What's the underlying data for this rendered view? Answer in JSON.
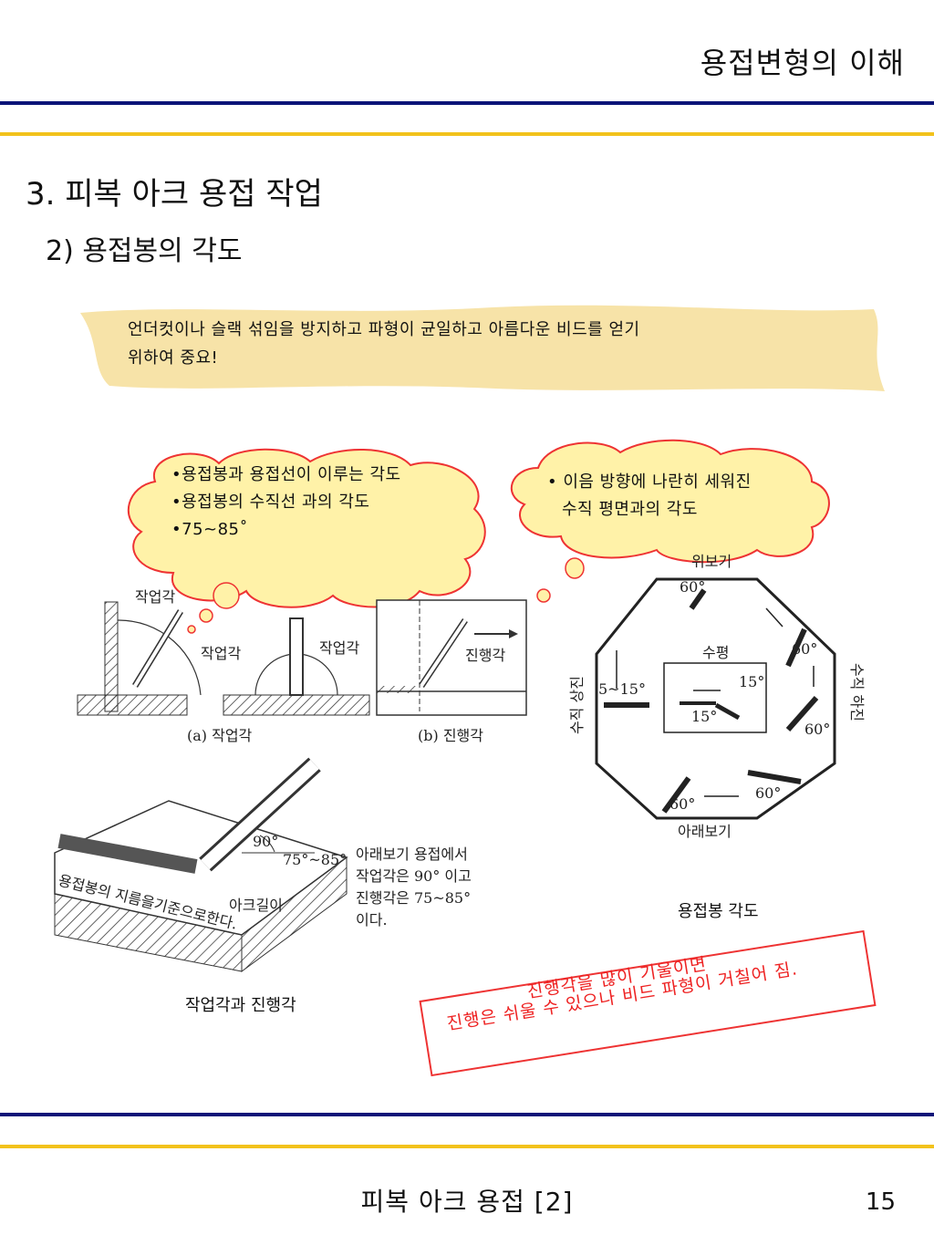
{
  "header": {
    "title": "용접변형의 이해"
  },
  "section": {
    "title": "3. 피복 아크 용접 작업",
    "subtitle": "2) 용접봉의 각도"
  },
  "intro_note": {
    "line1": "언더컷이나 슬랙 섞임을 방지하고 파형이 균일하고 아름다운 비드를 얻기",
    "line2": "위하여 중요!"
  },
  "cloud_left": {
    "items": [
      "•용접봉과 용접선이 이루는 각도",
      "•용접봉의 수직선 과의 각도",
      "•75~85˚"
    ]
  },
  "cloud_right": {
    "items": [
      "• 이음 방향에 나란히 세워진",
      "수직 평면과의 각도"
    ]
  },
  "figure_a": {
    "label_work_angle_1": "작업각",
    "label_work_angle_2": "작업각",
    "label_work_angle_3": "작업각",
    "caption_a": "(a) 작업각",
    "label_travel": "진행각",
    "caption_b": "(b) 진행각"
  },
  "figure_octagon": {
    "top": "위보기",
    "bottom": "아래보기",
    "center": "수평",
    "left_side": "수직 상진",
    "right_side": "수직 하진",
    "deg60": "60°",
    "deg15": "15°",
    "range": "5~15°",
    "caption": "용접봉 각도"
  },
  "figure_bottom": {
    "deg90": "90°",
    "range": "75°~85°",
    "arc_len": "아크길이",
    "bead_text": "용접봉의 지름을기준으로한다.",
    "desc1": "아래보기 용접에서",
    "desc2": "작업각은  90° 이고",
    "desc3": "진행각은  75~85°",
    "desc4": "이다.",
    "caption": "작업각과 진행각"
  },
  "red_note": {
    "line1": "진행각을 많이 기울이면",
    "line2": "진행은 쉬울 수 있으나 비드 파형이 거칠어 짐."
  },
  "footer": {
    "title": "피복 아크 용접 [2]",
    "page": "15"
  },
  "colors": {
    "navy": "#0b1478",
    "yellow": "#f2c21b",
    "cloud_fill": "#fff2a8",
    "cloud_stroke": "#e33",
    "note_fill": "#f7e3a8",
    "red": "#e22"
  }
}
